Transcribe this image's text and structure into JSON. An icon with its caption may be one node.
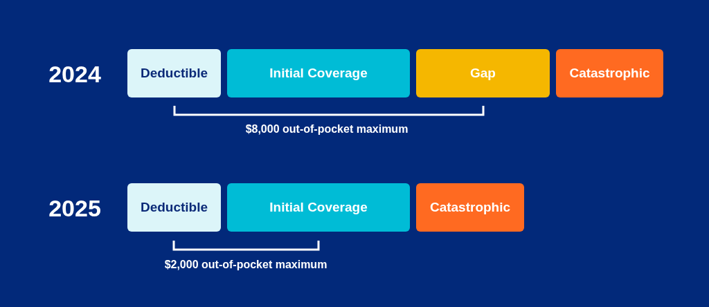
{
  "diagram": {
    "nodes": [
      {
        "text": [
          "Deductible"
        ]
      },
      {
        "text": [
          "Initial Coverage"
        ]
      },
      {
        "text": [
          "Gap"
        ]
      },
      {
        "text": [
          "Catastrophic"
        ]
      },
      {
        "text": [
          "Deductible"
        ]
      },
      {
        "text": [
          "Initial Coverage"
        ]
      },
      {
        "text": [
          "Catastrophic"
        ]
      }
    ],
    "edges": [],
    "labels": [
      "2024",
      "$8,000 out-of-pocket maximum",
      "2025",
      "$2,000 out-of-pocket maximum"
    ]
  }
}
